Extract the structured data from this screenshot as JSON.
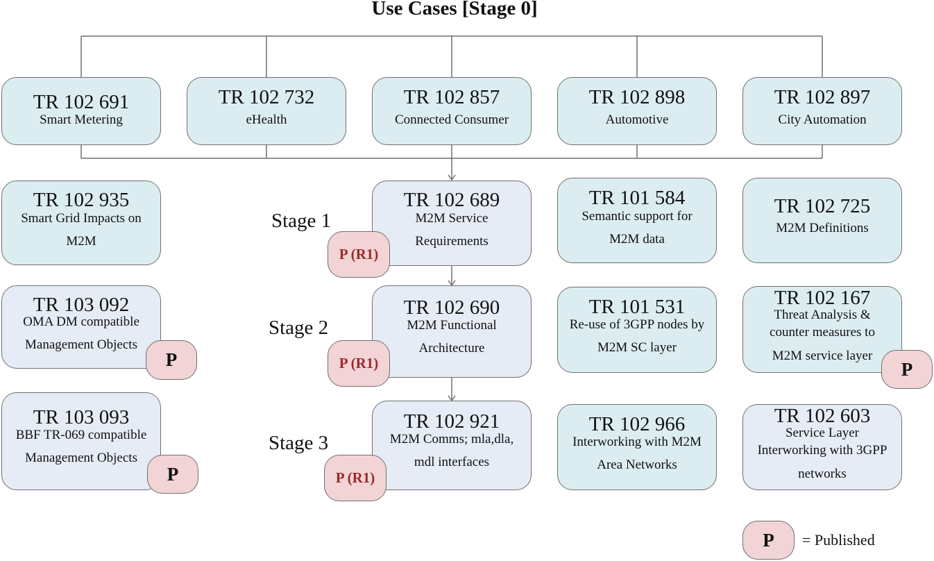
{
  "title": "Use Cases [Stage 0]",
  "use_cases": [
    {
      "code": "TR 102 691",
      "desc": "Smart Metering"
    },
    {
      "code": "TR 102 732",
      "desc": "eHealth"
    },
    {
      "code": "TR 102 857",
      "desc": "Connected Consumer"
    },
    {
      "code": "TR 102 898",
      "desc": "Automotive"
    },
    {
      "code": "TR 102 897",
      "desc": "City Automation"
    }
  ],
  "stages": [
    {
      "label": "Stage 1",
      "code": "TR 102 689",
      "desc": [
        "M2M Service",
        "Requirements"
      ],
      "badge": "P (R1)"
    },
    {
      "label": "Stage 2",
      "code": "TR 102 690",
      "desc": [
        "M2M Functional",
        "Architecture"
      ],
      "badge": "P (R1)"
    },
    {
      "label": "Stage 3",
      "code": "TR 102 921",
      "desc": [
        "M2M Comms; mla,dla,",
        "mdl interfaces"
      ],
      "badge": "P (R1)"
    }
  ],
  "left_column": [
    {
      "code": "TR 102 935",
      "desc": [
        "Smart Grid Impacts on",
        "M2M"
      ]
    },
    {
      "code": "TR 103 092",
      "desc": [
        "OMA DM compatible",
        "Management Objects"
      ],
      "badge": "P"
    },
    {
      "code": "TR 103 093",
      "desc": [
        "BBF TR-069 compatible",
        "Management Objects"
      ],
      "badge": "P"
    }
  ],
  "col4": [
    {
      "code": "TR 101 584",
      "desc": [
        "Semantic support for",
        "M2M data"
      ]
    },
    {
      "code": "TR 101 531",
      "desc": [
        "Re-use of 3GPP nodes by",
        "M2M SC layer"
      ]
    },
    {
      "code": "TR 102 966",
      "desc": [
        "Interworking with M2M",
        "Area Networks"
      ]
    }
  ],
  "col5": [
    {
      "code": "TR 102 725",
      "desc": [
        "M2M Definitions"
      ]
    },
    {
      "code": "TR 102 167",
      "desc": [
        "Threat Analysis &",
        "counter measures to",
        "M2M service layer"
      ],
      "badge": "P"
    },
    {
      "code": "TR 102 603",
      "desc": [
        "Service Layer",
        "Interworking with 3GPP",
        "networks"
      ]
    }
  ],
  "legend": {
    "badge": "P",
    "text": "= Published"
  },
  "colors": {
    "cyan_box": "#dcedf1",
    "lavender_box": "#e6ecf5",
    "badge": "#f2d4d6",
    "badge_r1_text": "#9a2a2a",
    "border": "#6f6f6f"
  }
}
